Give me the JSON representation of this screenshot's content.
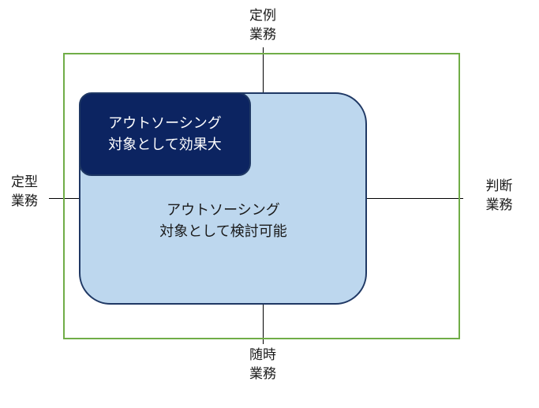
{
  "axes": {
    "top": [
      "定例",
      "業務"
    ],
    "bottom": [
      "随時",
      "業務"
    ],
    "left": [
      "定型",
      "業務"
    ],
    "right": [
      "判断",
      "業務"
    ]
  },
  "boxes": {
    "small": {
      "lines": [
        "アウトソーシング",
        "対象として効果大"
      ]
    },
    "large": {
      "lines": [
        "アウトソーシング",
        "対象として検討可能"
      ]
    }
  },
  "colors": {
    "frame": "#70ad47",
    "small_box_fill": "#0c2461",
    "large_box_fill": "#bdd7ee",
    "box_border": "#1f3864"
  }
}
